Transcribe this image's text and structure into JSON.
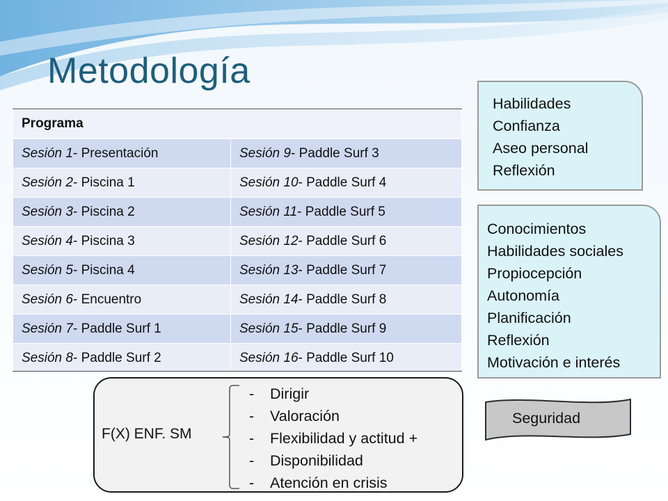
{
  "title": "Metodología",
  "table": {
    "header": "Programa",
    "session_prefix": "Sesión",
    "rows": [
      [
        {
          "num": " 1",
          "text": "- Presentación"
        },
        {
          "num": " 9",
          "text": "- Paddle Surf 3"
        }
      ],
      [
        {
          "num": " 2",
          "text": "- Piscina 1"
        },
        {
          "num": " 10",
          "text": "- Paddle Surf 4"
        }
      ],
      [
        {
          "num": " 3",
          "text": "- Piscina 2"
        },
        {
          "num": " 11",
          "text": "- Paddle Surf 5"
        }
      ],
      [
        {
          "num": " 4",
          "text": "- Piscina 3"
        },
        {
          "num": " 12",
          "text": "- Paddle Surf 6"
        }
      ],
      [
        {
          "num": " 5",
          "text": "- Piscina 4"
        },
        {
          "num": " 13",
          "text": "- Paddle Surf 7"
        }
      ],
      [
        {
          "num": " 6",
          "text": "- Encuentro"
        },
        {
          "num": " 14",
          "text": "- Paddle Surf 8"
        }
      ],
      [
        {
          "num": " 7",
          "text": "- Paddle Surf 1"
        },
        {
          "num": " 15",
          "text": "- Paddle Surf 9"
        }
      ],
      [
        {
          "num": " 8",
          "text": "- Paddle Surf 2"
        },
        {
          "num": " 16",
          "text": "- Paddle Surf 10"
        }
      ]
    ]
  },
  "box1": [
    "Habilidades",
    "Confianza",
    "Aseo personal",
    "Reflexión"
  ],
  "box2": [
    "Conocimientos",
    "Habilidades sociales",
    "Propiocepción",
    "Autonomía",
    "Planificación",
    "Reflexión",
    "Motivación e interés"
  ],
  "fx": {
    "label": "F(X) ENF. SM",
    "dash": "-",
    "items": [
      "Dirigir",
      "Valoración",
      "Flexibilidad y actitud +",
      "Disponibilidad",
      "Atención en crisis"
    ]
  },
  "seguridad": "Seguridad",
  "colors": {
    "title": "#1f5e7b",
    "box_fill": "#daf3f8",
    "table_odd": "#cfd9f0",
    "table_even": "#e9edf7",
    "seguridad_fill": "#c8c8c8"
  }
}
